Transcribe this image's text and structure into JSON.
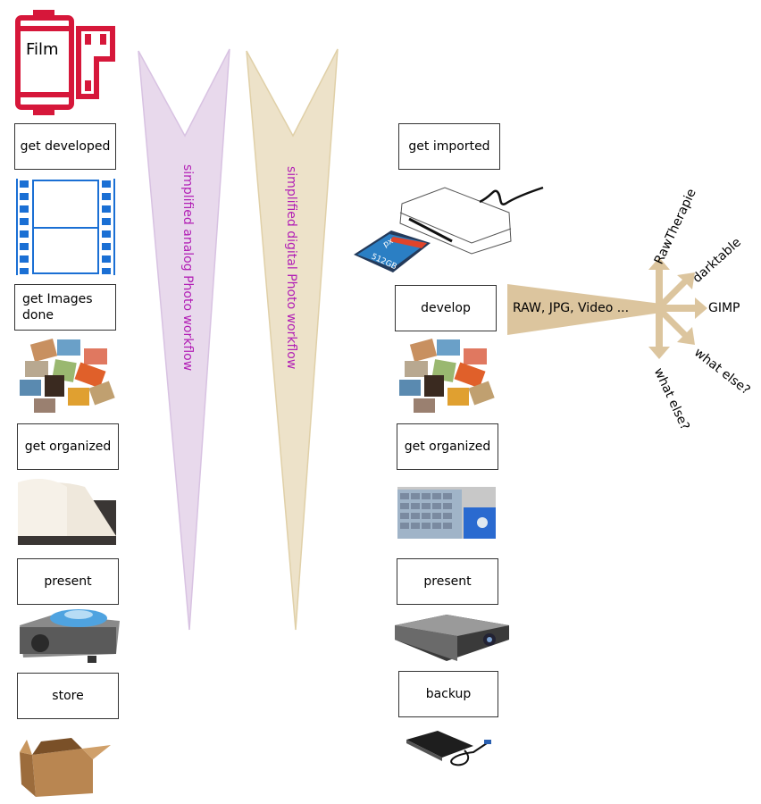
{
  "film_icon": {
    "label": "Film",
    "color": "#d6173a"
  },
  "analog": {
    "arrow_label": "simplified analog Photo workflow",
    "arrow_color": "#e8d9ec",
    "text_color": "#b21fb5",
    "steps": [
      "get developed",
      "get Images done",
      "get organized",
      "present",
      "store"
    ]
  },
  "digital": {
    "arrow_label": "simplified digital Photo workflow",
    "arrow_color": "#ede2c9",
    "text_color": "#b21fb5",
    "steps": [
      "get imported",
      "develop",
      "get organized",
      "present",
      "backup"
    ],
    "sd_card": {
      "brand": "px",
      "capacity": "512GB"
    }
  },
  "develop_fan": {
    "source_label": "RAW, JPG, Video ...",
    "color": "#dcc59e",
    "targets": [
      "RawTherapie",
      "darktable",
      "GIMP",
      "what else?",
      "what else?"
    ]
  }
}
